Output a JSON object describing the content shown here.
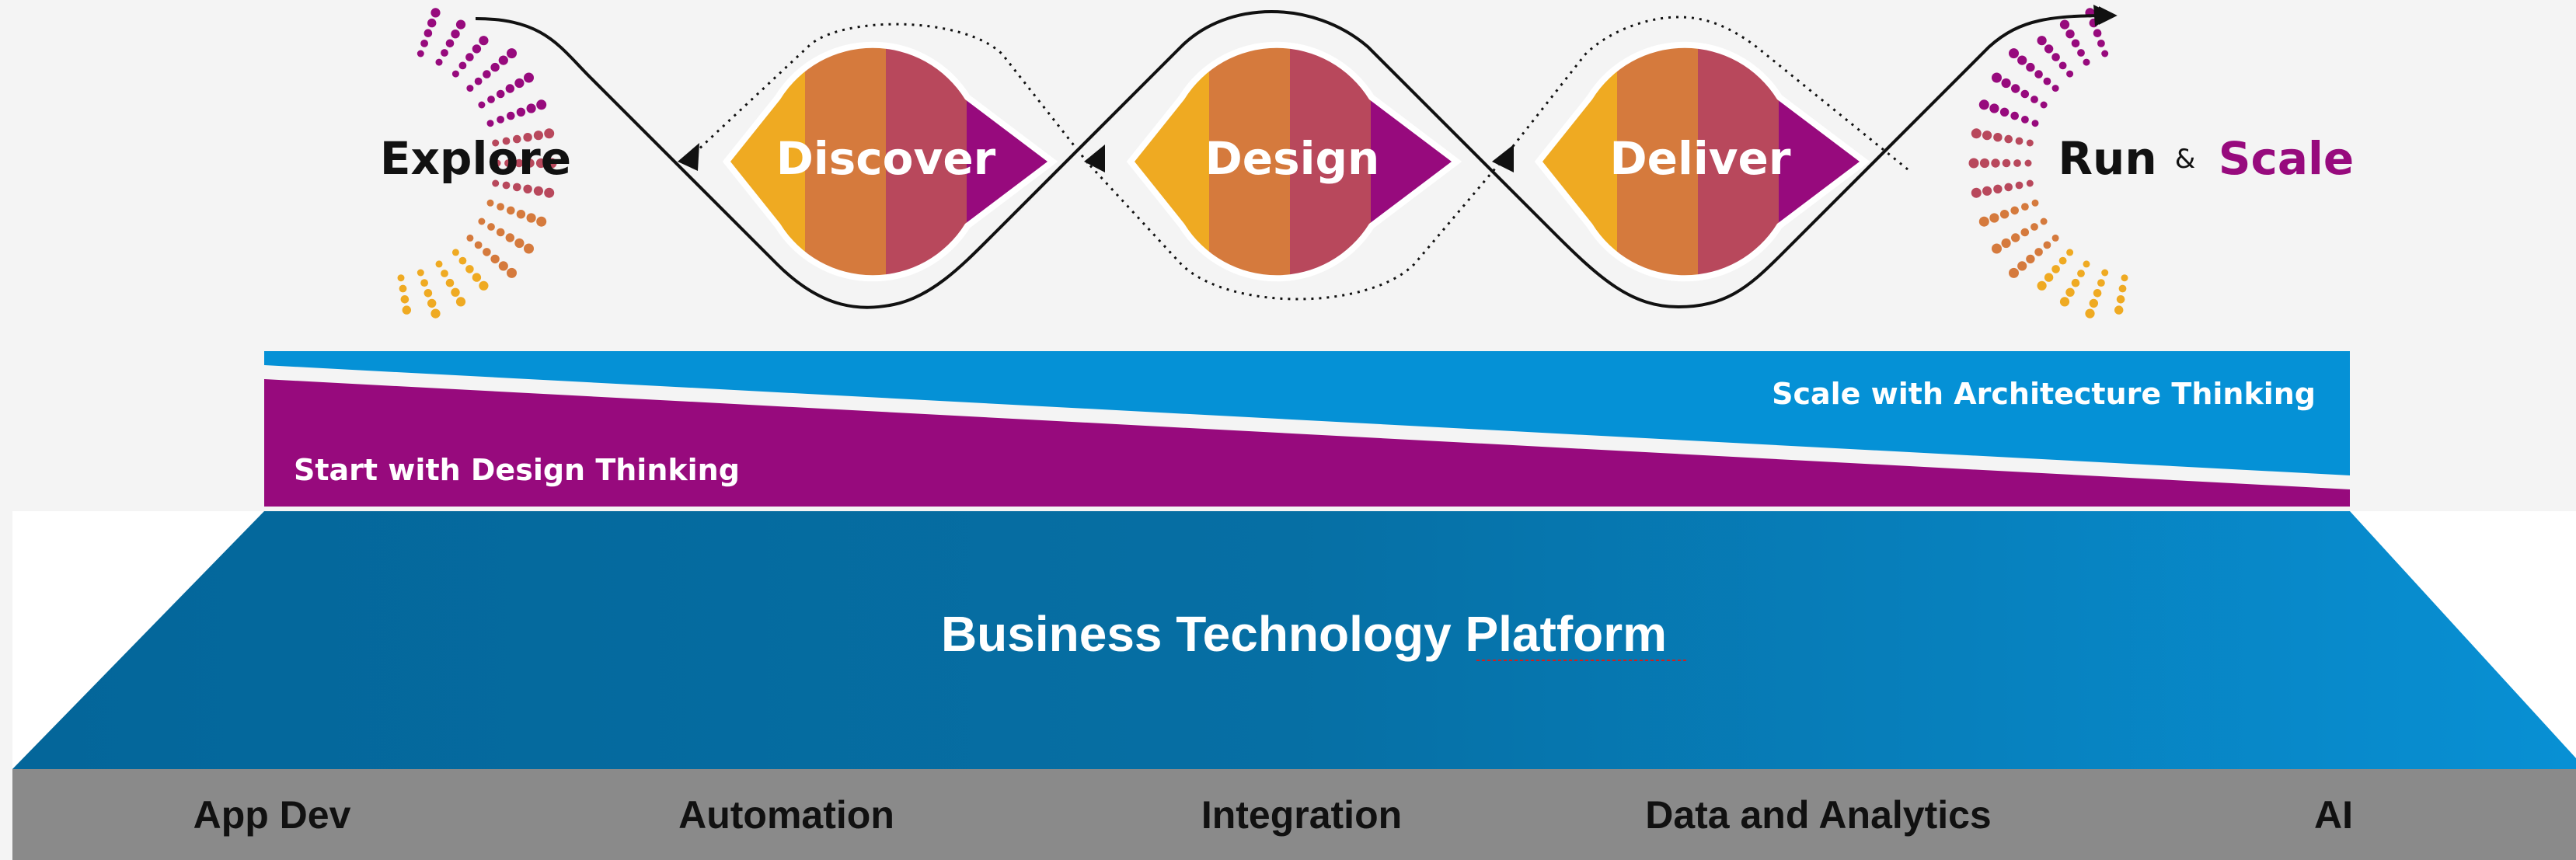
{
  "phases": [
    {
      "label": "Explore"
    },
    {
      "label": "Discover"
    },
    {
      "label": "Design"
    },
    {
      "label": "Deliver"
    },
    {
      "label": "Run",
      "connector": "&",
      "label2": "Scale"
    }
  ],
  "bands": {
    "architecture": "Scale with Architecture Thinking",
    "design": "Start with Design Thinking"
  },
  "platform": {
    "title": "Business Technology Platform",
    "capabilities": [
      "App Dev",
      "Automation",
      "Integration",
      "Data and Analytics",
      "AI"
    ]
  },
  "colors": {
    "yellow": "#efaa22",
    "orange": "#d57a3d",
    "rose": "#b8485c",
    "purple": "#970a7d",
    "blue": "#0591d6",
    "platform_blue": "#0673a6",
    "gray_bar": "#8a8a8a"
  }
}
